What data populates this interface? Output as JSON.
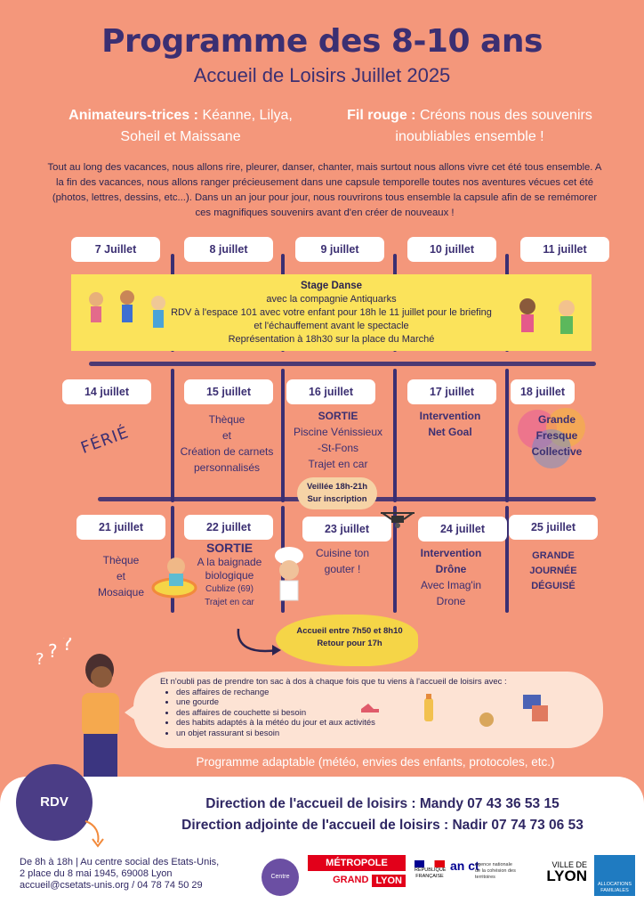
{
  "header": {
    "title": "Programme des 8-10 ans",
    "subtitle": "Accueil de Loisirs Juillet 2025"
  },
  "animateurs": {
    "label": "Animateurs-trices :",
    "names": "Kéanne, Lilya, Soheil et Maissane"
  },
  "fil_rouge": {
    "label": "Fil rouge :",
    "text": "Créons nous des souvenirs inoubliables ensemble !"
  },
  "intro": "Tout au long des vacances, nous allons rire, pleurer, danser, chanter, mais surtout nous allons vivre cet été tous ensemble. A la fin des vacances, nous allons ranger précieusement dans une capsule temporelle toutes nos aventures vécues cet été (photos, lettres, dessins, etc...). Dans un an jour pour jour, nous rouvrirons tous ensemble la capsule afin de se remémorer ces magnifiques souvenirs avant d'en créer de nouveaux !",
  "week1": {
    "days": [
      "7 Juillet",
      "8 juillet",
      "9 juillet",
      "10 juillet",
      "11 juillet"
    ],
    "stage": {
      "title": "Stage Danse",
      "line1": "avec la compagnie Antiquarks",
      "line2": "RDV à l'espace 101 avec votre enfant pour 18h le 11 juillet pour le briefing",
      "line3": "et l'échauffement avant le spectacle",
      "line4": "Représentation à 18h30 sur la place du Marché"
    }
  },
  "week2": {
    "days": [
      "14 juillet",
      "15 juillet",
      "16 juillet",
      "17 juillet",
      "18 juillet"
    ],
    "ferie": "FÉRIÉ",
    "d15": {
      "l1": "Thèque",
      "l2": "et",
      "l3": "Création de carnets personnalisés"
    },
    "d16": {
      "title": "SORTIE",
      "l1": "Piscine Vénissieux",
      "l2": "-St-Fons",
      "l3": "Trajet en car"
    },
    "veillee": {
      "l1": "Veillée 18h-21h",
      "l2": "Sur inscription"
    },
    "d17": {
      "l1": "Intervention",
      "l2": "Net Goal"
    },
    "d18": {
      "l1": "Grande",
      "l2": "Fresque",
      "l3": "Collective"
    }
  },
  "week3": {
    "days": [
      "21 juillet",
      "22 juillet",
      "23 juillet",
      "24 juillet",
      "25 juillet"
    ],
    "d21": {
      "l1": "Thèque",
      "l2": "et",
      "l3": "Mosaique"
    },
    "d22": {
      "title": "SORTIE",
      "l1": "A la baignade",
      "l2": "biologique",
      "l3": "Cublize (69)",
      "l4": "Trajet en car"
    },
    "d23": {
      "l1": "Cuisine ton",
      "l2": "gouter !"
    },
    "d24": {
      "l1": "Intervention",
      "l2": "Drône",
      "l3": "Avec Imag'in",
      "l4": "Drone"
    },
    "d25": {
      "l1": "GRANDE",
      "l2": "JOURNÉE",
      "l3": "DÉGUISÉ"
    }
  },
  "accueil": {
    "l1": "Accueil entre 7h50 et 8h10",
    "l2": "Retour pour 17h"
  },
  "bag": {
    "intro": "Et n'oubli pas de prendre ton sac à dos à chaque fois que tu viens à l'accueil de loisirs avec :",
    "items": [
      "des affaires de rechange",
      "une gourde",
      "des affaires de couchette si besoin",
      "des habits adaptés à la météo du jour et aux activités",
      "un objet rassurant si besoin"
    ]
  },
  "adaptable": "Programme adaptable (météo, envies des enfants, protocoles, etc.)",
  "footer": {
    "rdv": "RDV",
    "direction": "Direction de l'accueil de loisirs : Mandy 07 43 36 53 15",
    "adjointe": "Direction adjointe de l'accueil de loisirs : Nadir 07 74 73 06 53",
    "addr1": "De 8h à 18h | Au centre social des Etats-Unis,",
    "addr2": "2 place du 8 mai 1945, 69008 Lyon",
    "addr3": "accueil@csetats-unis.org  / 04 78 74 50 29",
    "logos": {
      "centre": "Centre Social",
      "metropole1": "MÉTROPOLE",
      "metropole2": "GRAND",
      "metropole3": "LYON",
      "rep": "RÉPUBLIQUE FRANÇAISE",
      "anct": "an ct",
      "anct_sub": "agence nationale de la cohésion des territoires",
      "ville1": "VILLE DE",
      "ville2": "LYON",
      "caf": "ALLOCATIONS FAMILIALES"
    }
  },
  "colors": {
    "background": "#f4977b",
    "primary": "#3b2f72",
    "stage": "#fbe35b",
    "footer": "#ffffff"
  }
}
